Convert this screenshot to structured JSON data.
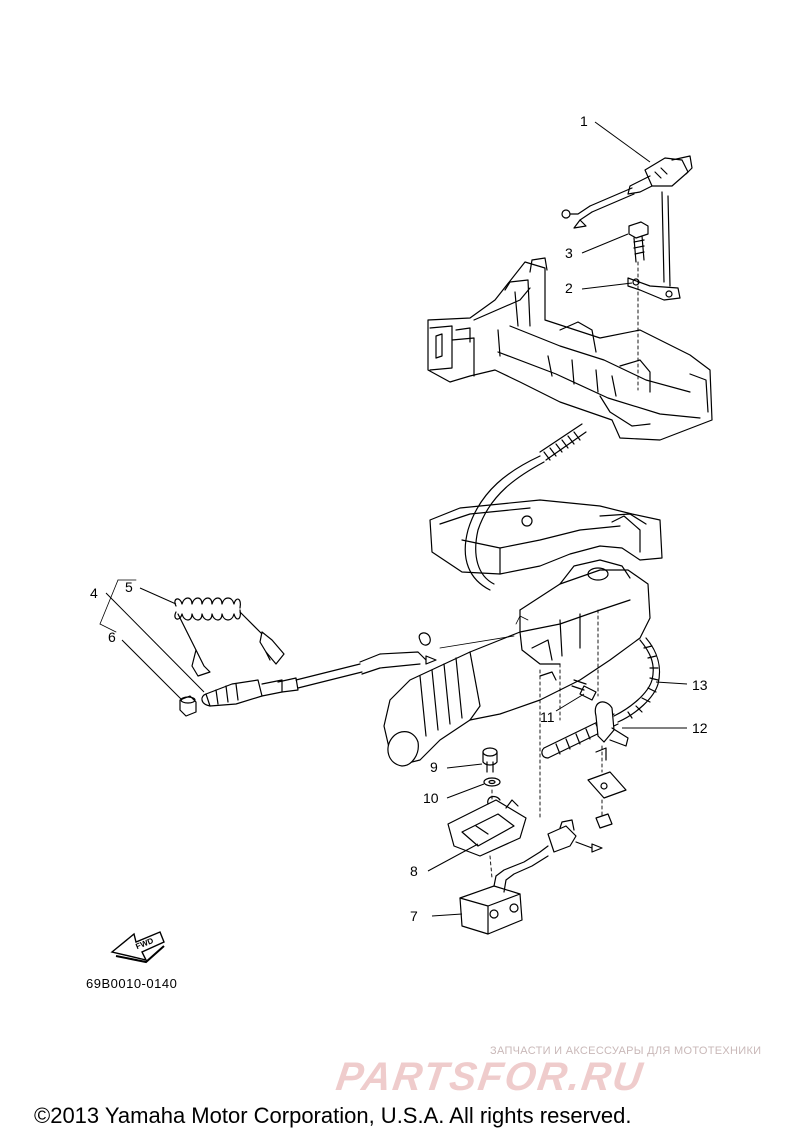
{
  "diagram": {
    "callouts": [
      "1",
      "2",
      "3",
      "4",
      "5",
      "6",
      "7",
      "8",
      "9",
      "10",
      "11",
      "12",
      "13"
    ],
    "fwd_label": "FWD",
    "diagram_code": "69B0010-0140"
  },
  "watermark": {
    "tagline": "ЗАПЧАСТИ И АКСЕССУАРЫ ДЛЯ МОТОТЕХНИКИ",
    "brand": "PARTSFOR.RU"
  },
  "footer": {
    "copyright": "©2013 Yamaha Motor Corporation, U.S.A. All rights reserved."
  }
}
